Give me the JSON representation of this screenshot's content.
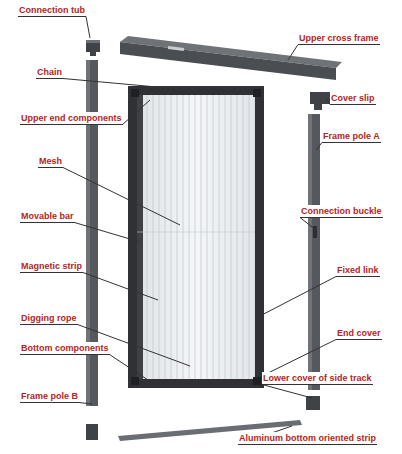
{
  "diagram": {
    "labels": [
      "Connection tub",
      "Upper cross frame",
      "Chain",
      "Cover slip",
      "Upper end components",
      "Frame pole A",
      "Mesh",
      "Connection buckle",
      "Movable bar",
      "Magnetic strip",
      "Fixed link",
      "Digging rope",
      "End cover",
      "Bottom components",
      "Lower cover of side track",
      "Frame pole B",
      "Aluminum bottom oriented strip"
    ]
  }
}
